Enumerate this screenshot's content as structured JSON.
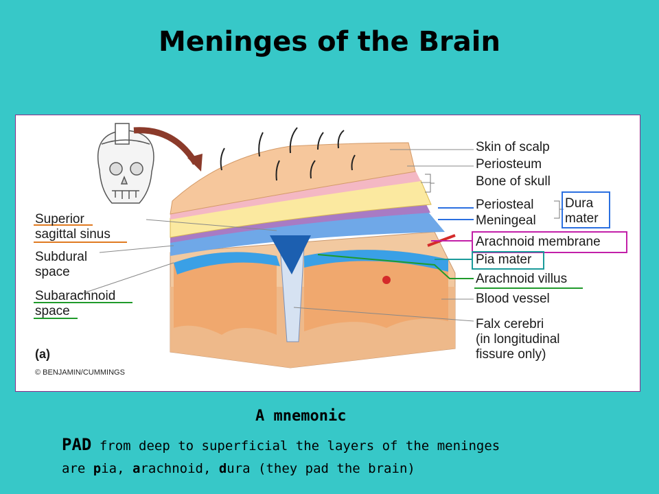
{
  "title": "Meninges of the Brain",
  "figure": {
    "right_labels": {
      "skin": "Skin of scalp",
      "periosteum": "Periosteum",
      "bone": "Bone of skull",
      "periosteal": "Periosteal",
      "meningeal": "Meningeal",
      "dura_line1": "Dura",
      "dura_line2": "mater",
      "arachnoid_membrane": "Arachnoid membrane",
      "pia": "Pia mater",
      "villus": "Arachnoid villus",
      "blood_vessel": "Blood vessel",
      "falx_line1": "Falx cerebri",
      "falx_line2": "(in longitudinal",
      "falx_line3": "fissure only)"
    },
    "left_labels": {
      "superior_line1": "Superior",
      "superior_line2": "sagittal sinus",
      "subdural_line1": "Subdural",
      "subdural_line2": "space",
      "subarachnoid_line1": "Subarachnoid",
      "subarachnoid_line2": "space"
    },
    "panel_letter": "(a)",
    "copyright": "© BENJAMIN/CUMMINGS",
    "colors": {
      "dura_box": "#2a6fe0",
      "arachnoid_box": "#c21fa8",
      "pia_box": "#1a9a9a",
      "underline_orange": "#e07a20",
      "underline_green": "#1f9a2a"
    }
  },
  "mnemonic": {
    "heading": "A mnemonic",
    "pad": "PAD",
    "line1_rest": "from deep to superficial the layers of the meninges",
    "line2_pre": "are ",
    "p": "p",
    "ia": "ia, ",
    "a": "a",
    "rachnoid": "rachnoid, ",
    "d": "d",
    "ura_rest": "ura (they pad the brain)"
  }
}
